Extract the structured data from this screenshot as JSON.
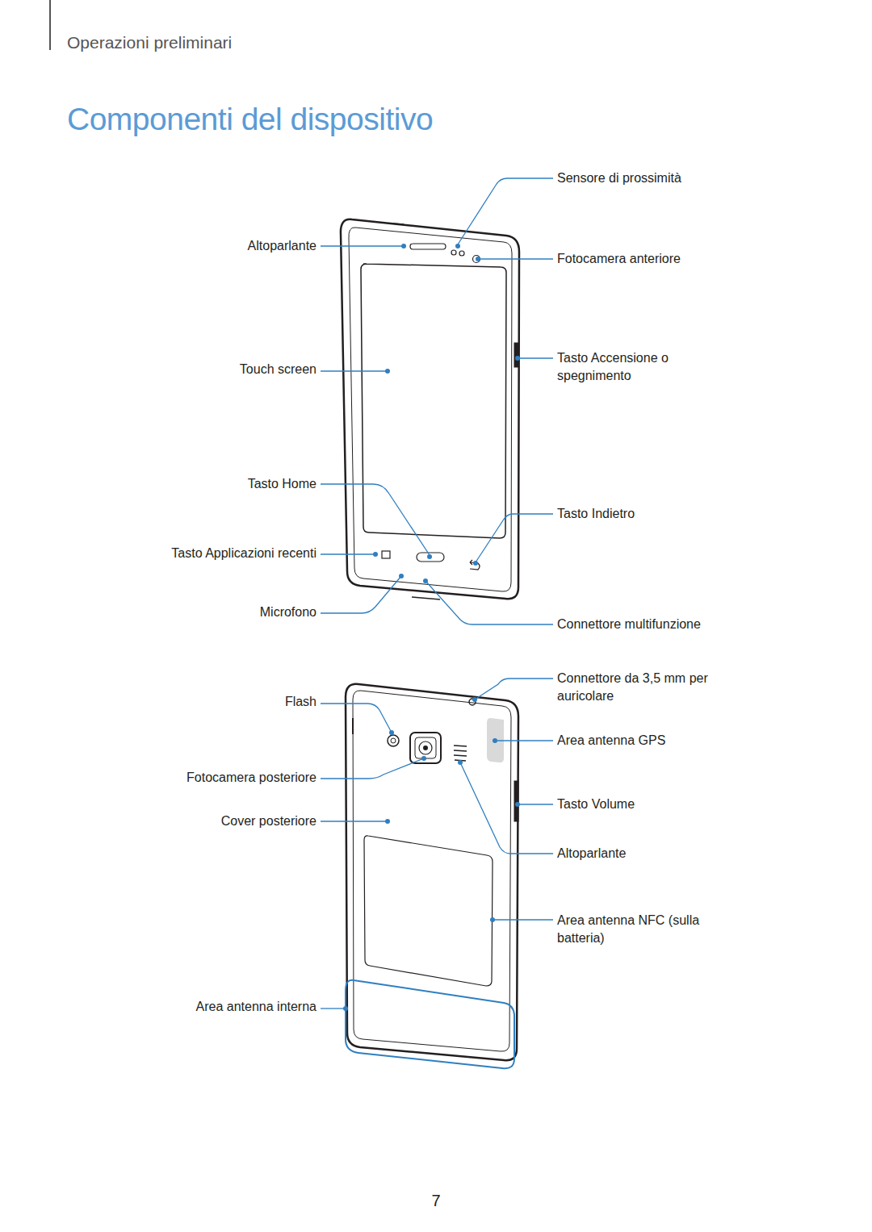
{
  "diagram": {
    "title": "Componenti del dispositivo",
    "labels": [
      "Operazioni preliminari",
      "Sensore di prossimità",
      "Altoparlante",
      "Fotocamera anteriore",
      "Touch screen",
      "Tasto Accensione o spegnimento",
      "Tasto Home",
      "Tasto Indietro",
      "Tasto Applicazioni recenti",
      "Microfono",
      "Connettore multifunzione",
      "Flash",
      "Connettore da 3,5 mm per auricolare",
      "Fotocamera posteriore",
      "Area antenna GPS",
      "Cover posteriore",
      "Tasto Volume",
      "Altoparlante",
      "Area antenna NFC (sulla batteria)",
      "Area antenna interna",
      "7"
    ]
  }
}
